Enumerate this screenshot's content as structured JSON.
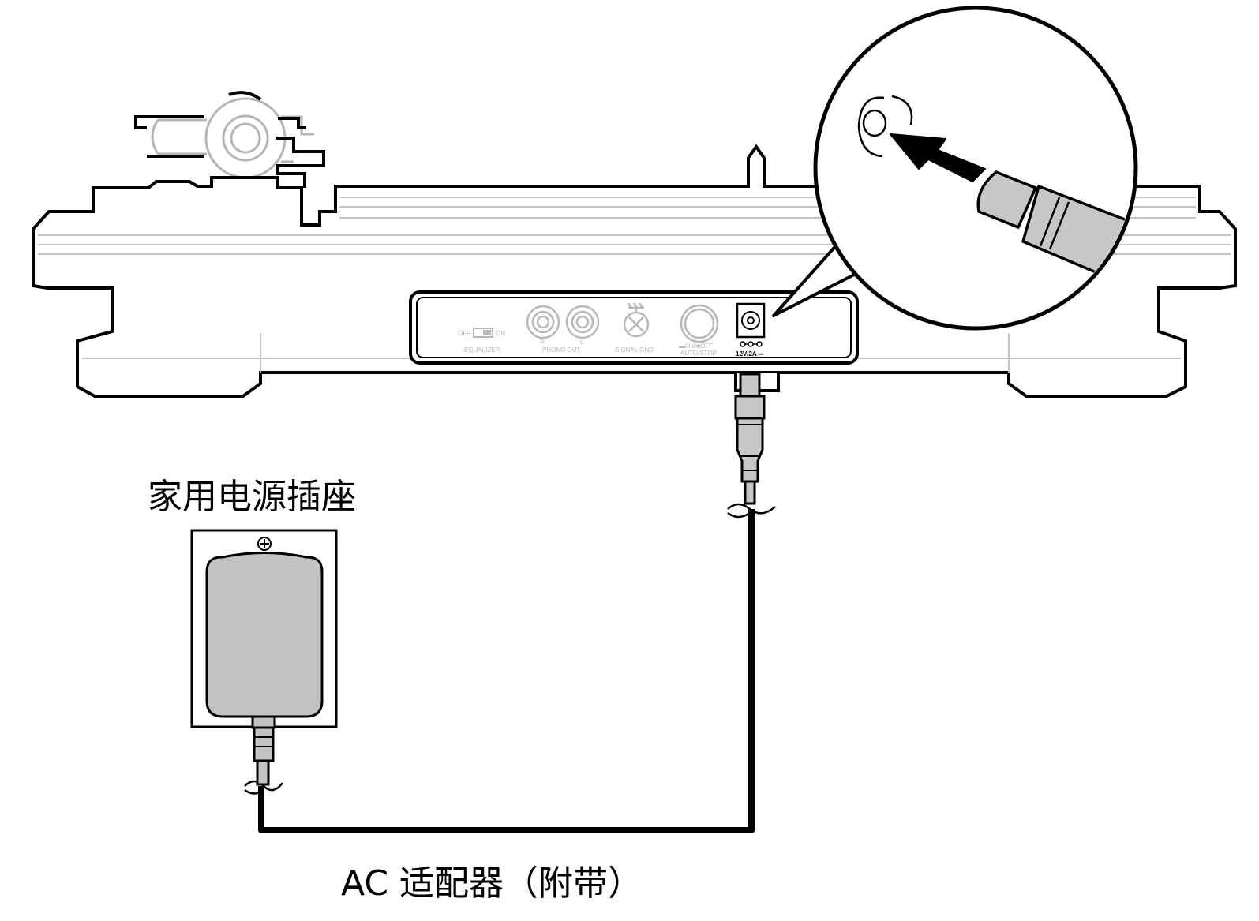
{
  "labels": {
    "wall_outlet": "家用电源插座",
    "ac_adapter": "AC 适配器（附带）"
  },
  "rear_panel": {
    "eq_off": "OFF",
    "eq_on": "ON",
    "equalizer": "EQUALIZER",
    "r": "R",
    "l": "L",
    "phono_out": "PHONO OUT",
    "signal_gnd": "SIGNAL GND",
    "on_off": "▬ON/■OFF",
    "auto_stop": "AUTO STOP",
    "dc_rating": "12V/2A ⎓"
  },
  "colors": {
    "line": "#000000",
    "faded": "#b5b5b5",
    "plug_fill": "#c7c7c7",
    "adapter_fill": "#c2c2c2"
  }
}
